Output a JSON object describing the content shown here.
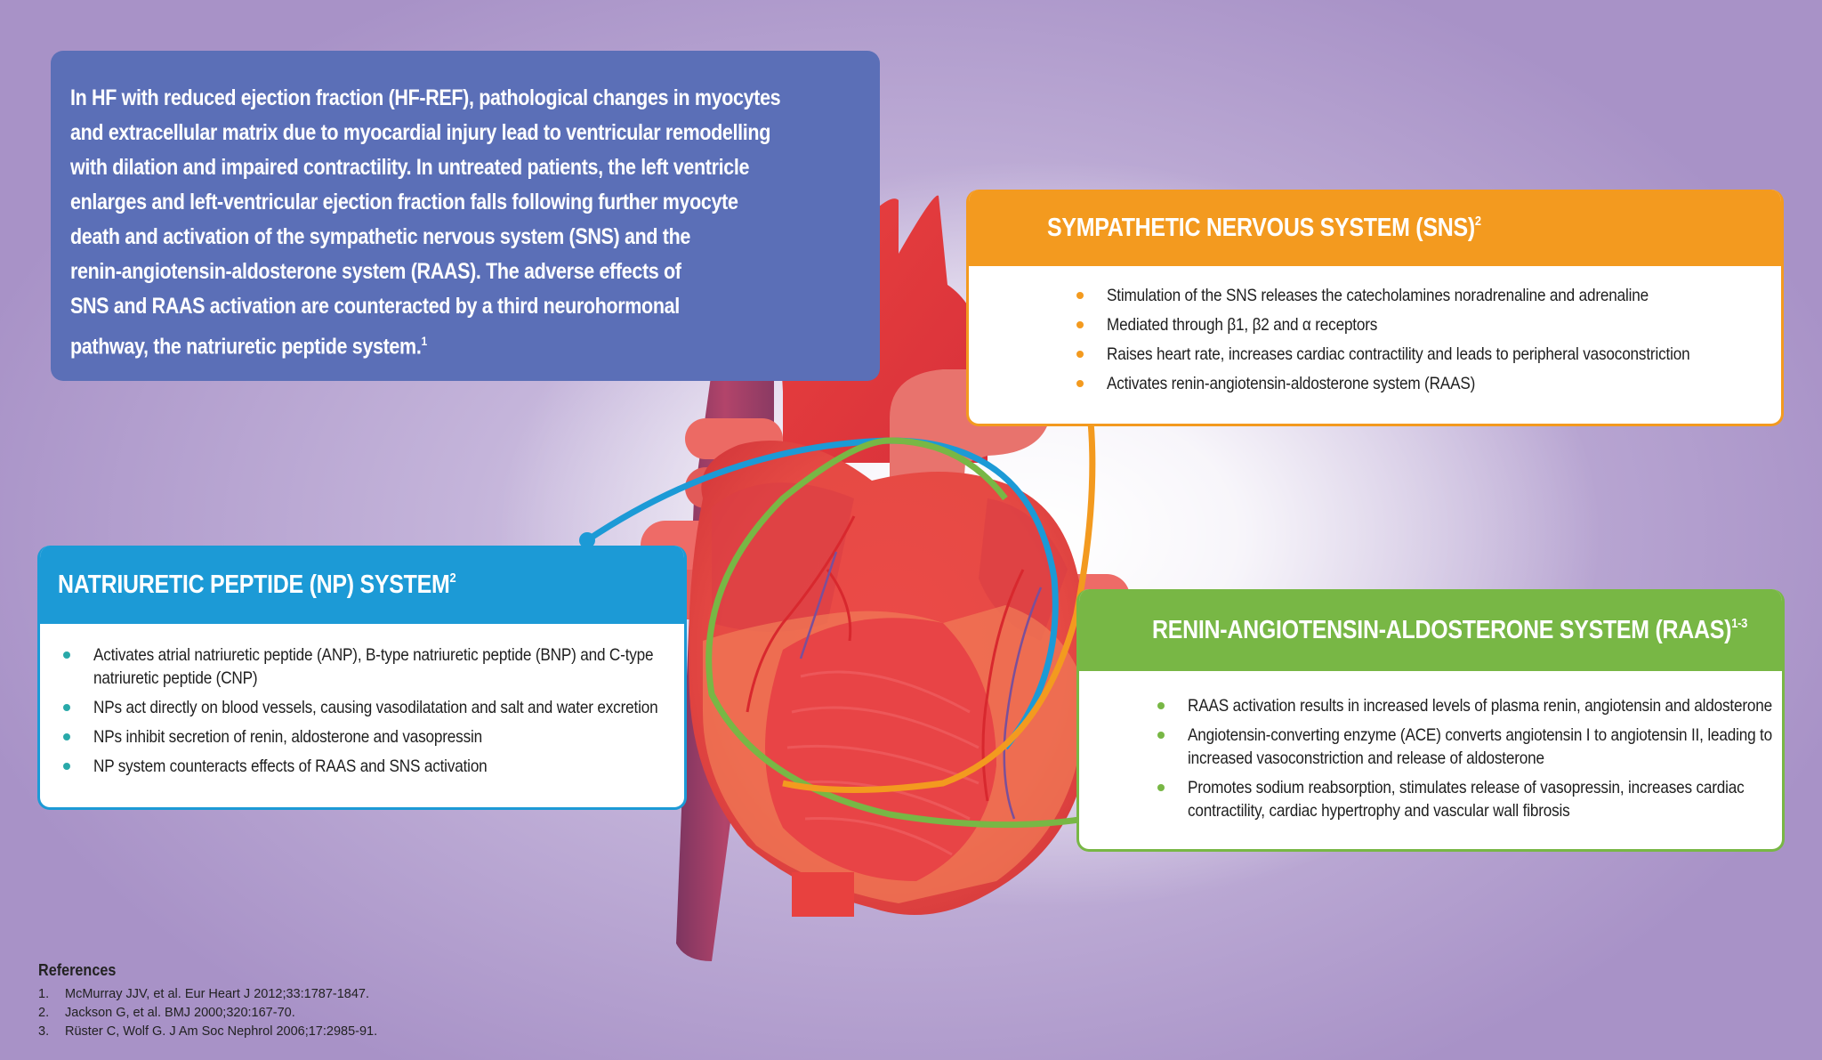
{
  "intro": {
    "text": "In HF with reduced ejection fraction (HF-REF), pathological changes in myocytes and extracellular matrix due to myocardial injury lead to ventricular remodelling with dilation and impaired contractility. In untreated patients, the left ventricle enlarges and left-ventricular ejection fraction falls following further myocyte death and activation of the sympathetic nervous system (SNS) and the renin-angiotensin-aldosterone system (RAAS). The adverse effects of SNS and RAAS activation are counteracted by a third neurohormonal pathway, the natriuretic peptide system.",
    "lines": [
      "In HF with reduced ejection fraction (HF-REF), pathological changes in myocytes",
      "and extracellular matrix due to myocardial injury lead to ventricular remodelling",
      "with dilation and impaired contractility. In untreated patients, the left ventricle",
      "enlarges and left-ventricular ejection fraction falls following further myocyte",
      "death and activation of the sympathetic nervous system (SNS) and the",
      "renin-angiotensin-aldosterone system (RAAS). The adverse effects of",
      "SNS and RAAS activation are counteracted by a third neurohormonal",
      "pathway, the natriuretic peptide system."
    ],
    "ref": "1"
  },
  "sns": {
    "title": "SYMPATHETIC NERVOUS SYSTEM (SNS)",
    "ref": "2",
    "color": "#f39a1f",
    "items": [
      "Stimulation of the SNS releases the catecholamines noradrenaline and adrenaline",
      "Mediated through β1, β2 and α receptors",
      "Raises heart rate, increases cardiac contractility and leads to peripheral vasoconstriction",
      "Activates renin-angiotensin-aldosterone system (RAAS)"
    ]
  },
  "np": {
    "title": "NATRIURETIC PEPTIDE (NP) SYSTEM",
    "ref": "2",
    "color": "#1c9ad6",
    "items": [
      "Activates atrial natriuretic peptide (ANP), B-type natriuretic peptide (BNP) and C-type natriuretic peptide (CNP)",
      "NPs act directly on blood vessels, causing vasodilatation and salt and water excretion",
      "NPs inhibit secretion of renin, aldosterone and vasopressin",
      "NP system counteracts effects of RAAS and SNS activation"
    ]
  },
  "raas": {
    "title": "RENIN-ANGIOTENSIN-ALDOSTERONE SYSTEM (RAAS)",
    "ref": "1-3",
    "color": "#78b745",
    "items": [
      "RAAS activation results in increased levels of plasma renin, angiotensin and aldosterone",
      "Angiotensin-converting enzyme (ACE) converts angiotensin I to angiotensin II, leading to increased vasoconstriction and release of aldosterone",
      "Promotes sodium reabsorption, stimulates release of vasopressin, increases cardiac contractility, cardiac hypertrophy and vascular wall fibrosis"
    ]
  },
  "references": {
    "title": "References",
    "items": [
      {
        "num": "1.",
        "text": "McMurray JJV, et al. Eur Heart J 2012;33:1787-1847."
      },
      {
        "num": "2.",
        "text": "Jackson G, et al. BMJ 2000;320:167-70."
      },
      {
        "num": "3.",
        "text": "Rüster C, Wolf G. J Am Soc Nephrol 2006;17:2985-91."
      }
    ]
  },
  "illustration": {
    "subject": "heart-illustration",
    "connector_colors": {
      "sns": "#f39a1f",
      "np": "#1c9ad6",
      "raas": "#78b745"
    }
  }
}
